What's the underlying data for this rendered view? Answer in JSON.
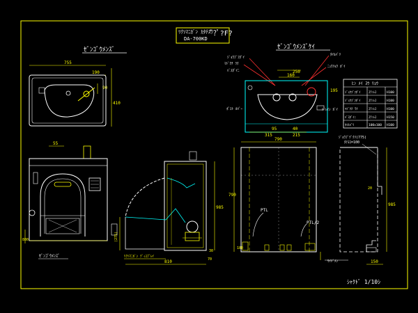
{
  "title": {
    "line1": "ﾘｸｿﾏﾆｶﾞﾝ ｶﾀﾁｽｳ",
    "line2": "DA-700KD",
    "suffix": "ﾞ?ﾟ?F?"
  },
  "views": {
    "plan_left": "ｾﾞﾝｺﾞｳﾒﾝｽﾞ",
    "plan_right": "ｾﾞﾝｺﾞｳﾒﾝｽﾞｹｲ"
  },
  "dimensions": {
    "plan_width": "755",
    "plan_inner": "190",
    "plan_depth": "410",
    "plan_small": "90",
    "right_top": "250",
    "right_mid": "160",
    "right_side": "195",
    "right_b1": "95",
    "right_b2": "40",
    "right_b3": "315",
    "right_b4": "215",
    "front_top": "55",
    "front_left": "880",
    "side_left": "(275)",
    "side_bottom": "810",
    "side_small": "70",
    "side_right": "985",
    "side_right2": "30",
    "el_width": "790",
    "el_height": "790",
    "el_right": "985",
    "el_bottom_left": "180",
    "el_small": "20",
    "el_r_bottom": "150"
  },
  "labels": {
    "front_note": "ｾﾞﾝｺﾞｳﾒﾝｽﾞ",
    "side_note": "ﾘｸｿﾏﾆｶﾞﾝ ﾃﾞｨｽﾌﾟﾚｲ",
    "ptl_left": "PTL",
    "ptl_right": "PTL/2",
    "right_note": "ｼﾞｮｳﾌﾞﾂﾞｸﾘ(775)",
    "right_note2": "ﾀﾃﾖｺ=100",
    "el_bottom_note": "ｻｲﾄﾞﾒﾝ",
    "scale": "ｼｬｸﾄﾞ 1/10ｼ"
  },
  "callouts": {
    "c1": "ｼﾞｮｳﾌﾞﾌﾀﾞｲ",
    "c2": "ﾏﾄﾞｸﾁ ﾜｸ",
    "c3": "ﾊﾞｽﾀﾞｲﾆ",
    "c4": "ﾀｲﾙﾊﾞﾘ",
    "c5": "ﾆｭｳﾘｮｸ ｶﾞｲ",
    "c6": "ﾎﾟｽﾄ ｶﾊﾞｰ",
    "c7": "ﾄﾞﾚｲﾝ ｶﾞｲ"
  },
  "table": {
    "header": "ﾋﾝ ﾒｲ ｽｳ ﾘｮｳ",
    "rows": [
      [
        "ｼﾞｮｳﾌﾞﾌﾀﾞｲ",
        "ｽﾃﾝﾚｽ",
        "H100"
      ],
      [
        "ｼﾞｮｳﾌﾞﾌﾀﾞｲ",
        "ｽﾃﾝﾚｽ",
        "H100"
      ],
      [
        "ﾏﾄﾞｸﾁ ﾜｸ",
        "ｽﾃﾝﾚｽ",
        "H100"
      ],
      [
        "ﾊﾞｽﾀﾞｲﾆ",
        "ｽﾃﾝﾚｽ",
        "H150"
      ],
      [
        "ﾀｲﾙﾊﾞﾘ",
        "100x100",
        "H100"
      ]
    ]
  },
  "colors": {
    "frame": "#ffff00",
    "outline": "#ffffff",
    "dimension": "#ffff00",
    "cyan": "#00ffff",
    "green": "#00ff00",
    "magenta": "#ff00ff",
    "red": "#ff3030",
    "hatch": "#00a0ff"
  }
}
